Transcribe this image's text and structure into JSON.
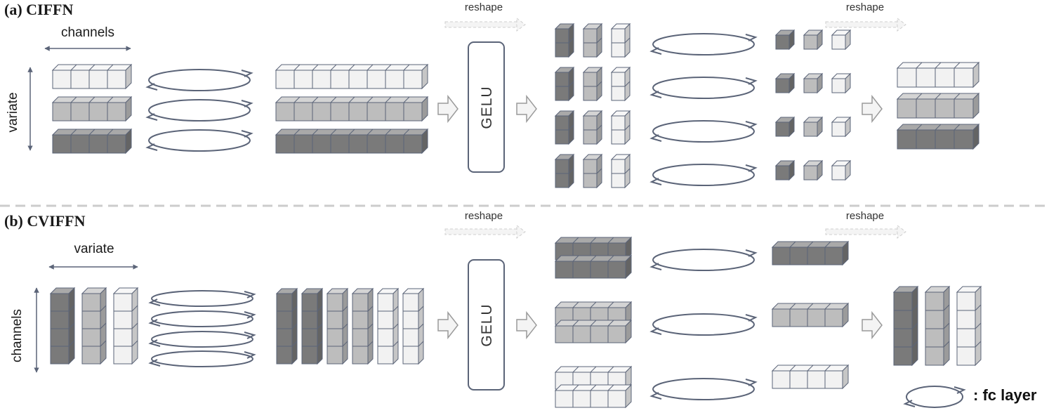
{
  "panel_a": {
    "title": "(a) CIFFN",
    "channels_label": "channels",
    "variate_label": "variate",
    "reshape_label_1": "reshape",
    "reshape_label_2": "reshape",
    "gelu_label": "GELU"
  },
  "panel_b": {
    "title": "(b) CVIFFN",
    "variate_label": "variate",
    "channels_label": "channels",
    "reshape_label_1": "reshape",
    "reshape_label_2": "reshape",
    "gelu_label": "GELU"
  },
  "legend": {
    "label": ": fc layer"
  },
  "colors": {
    "dark": "#7a7a7a",
    "mid": "#bdbdbd",
    "light": "#f2f2f2",
    "edge": "#5b6478",
    "divider": "#cccccc"
  }
}
